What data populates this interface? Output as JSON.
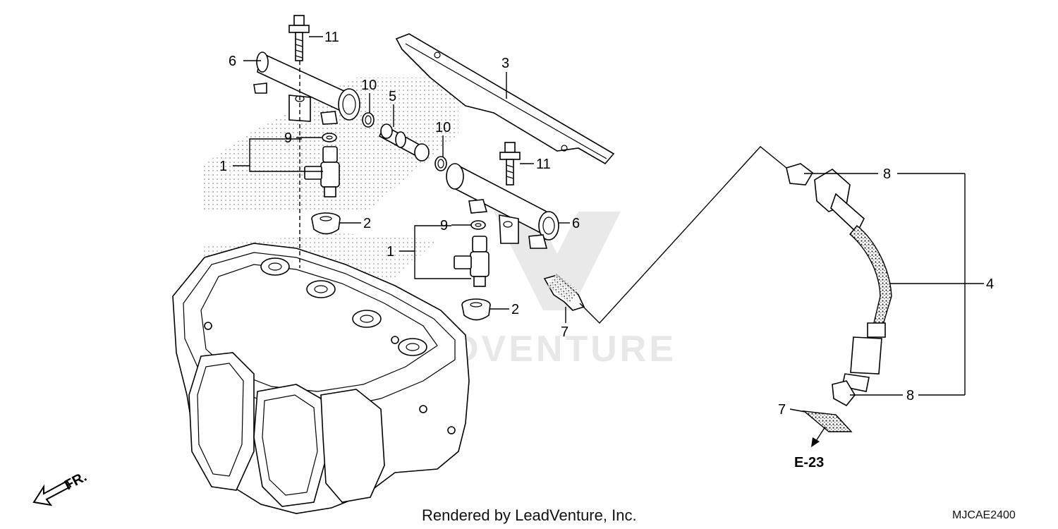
{
  "watermark": "LEADVENTURE",
  "front_indicator": "FR.",
  "reference": "E-23",
  "credit": "Rendered by LeadVenture, Inc.",
  "diagram_code": "MJCAE2400",
  "callouts": {
    "c1a": "1",
    "c1b": "1",
    "c2a": "2",
    "c2b": "2",
    "c3": "3",
    "c4": "4",
    "c5": "5",
    "c6a": "6",
    "c6b": "6",
    "c7a": "7",
    "c7b": "7",
    "c8a": "8",
    "c8b": "8",
    "c9a": "9",
    "c9b": "9",
    "c10a": "10",
    "c10b": "10",
    "c11a": "11",
    "c11b": "11"
  }
}
